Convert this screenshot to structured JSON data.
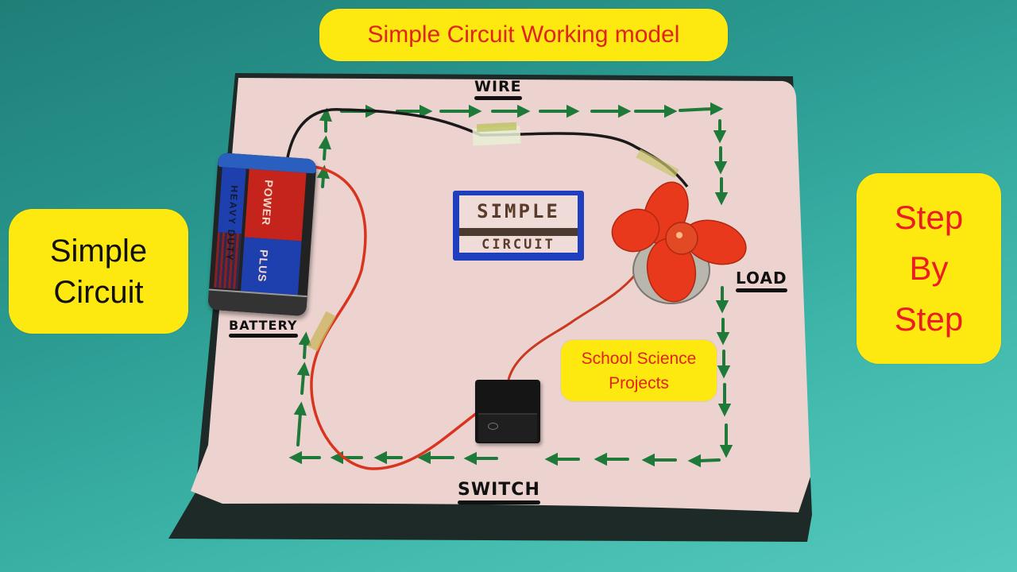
{
  "title_badge": {
    "text": "Simple Circuit Working model",
    "bg": "#fde910",
    "color": "#e0231b"
  },
  "left_badge": {
    "line1": "Simple",
    "line2": "Circuit",
    "color": "#111111"
  },
  "right_badge": {
    "line1": "Step",
    "line2": "By",
    "line3": "Step",
    "color": "#ec1c24"
  },
  "school_badge": {
    "line1": "School Science",
    "line2": "Projects"
  },
  "board_labels": {
    "wire": "WIRE",
    "battery": "BATTERY",
    "load": "LOAD",
    "switch": "SWITCH"
  },
  "center_sign": {
    "line1": "SIMPLE",
    "line2": "CIRCUIT"
  },
  "battery": {
    "brand_top": "POWER",
    "brand_bottom": "PLUS",
    "side_text": "HEAVY DUTY"
  },
  "colors": {
    "background": "#2a9990",
    "board": "#ecd3d0",
    "arrow": "#1f7a3a",
    "fan": "#e8391c",
    "badge": "#fde910"
  }
}
